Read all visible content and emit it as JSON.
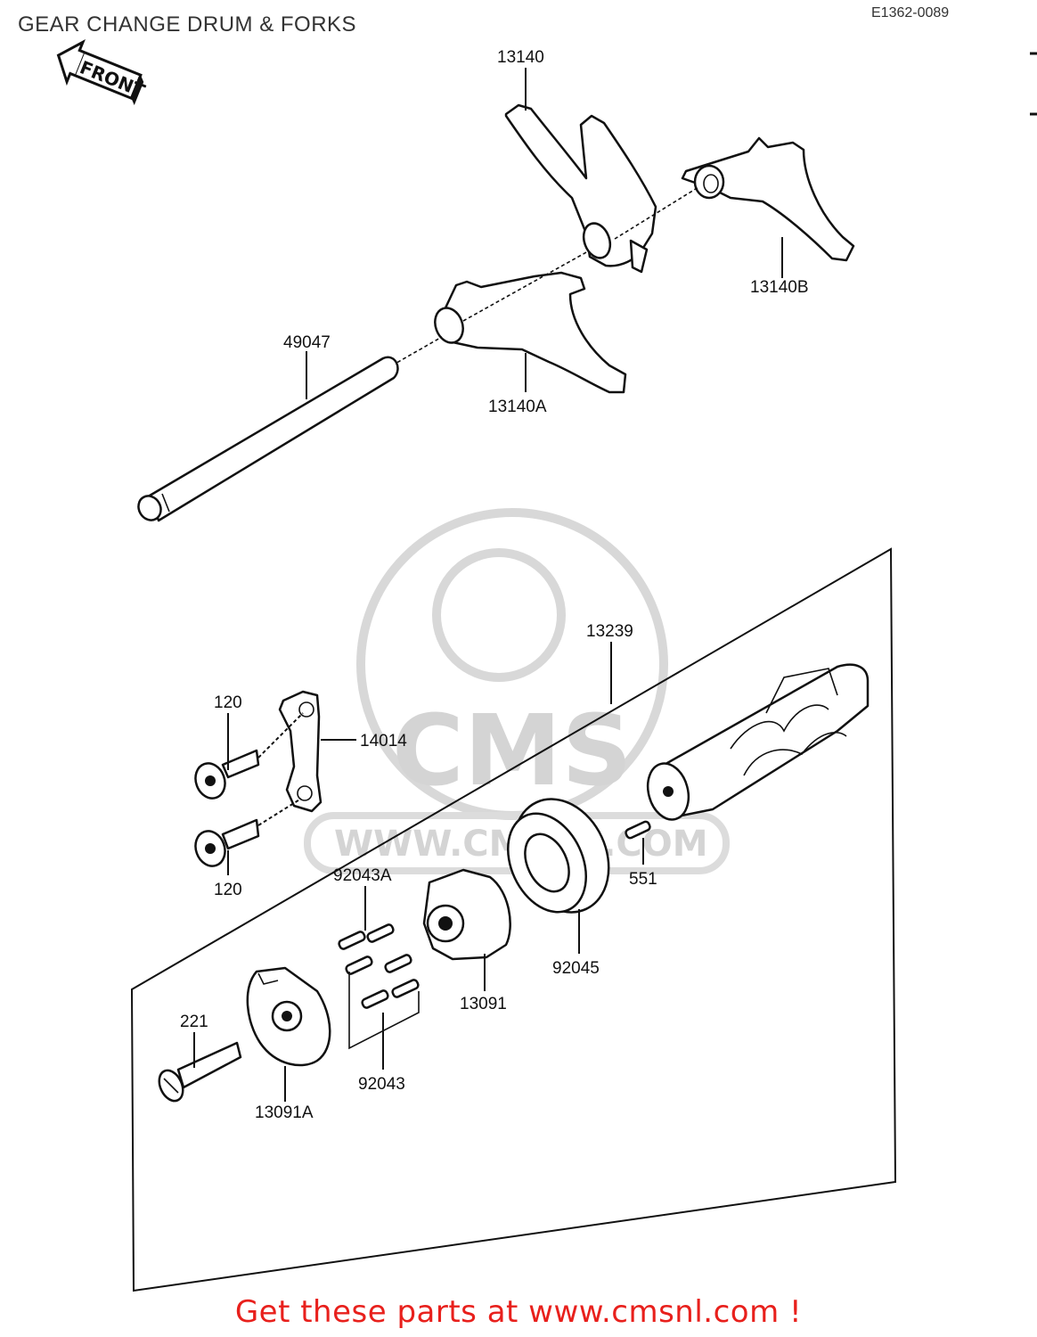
{
  "title": "GEAR CHANGE DRUM & FORKS",
  "diagram_code": "E1362-0089",
  "front_arrow_label": "FRONT",
  "watermark": {
    "brand": "CMS",
    "url": "WWW.CMSNL.COM"
  },
  "parts": [
    {
      "id": "p13140",
      "label": "13140"
    },
    {
      "id": "p13140B",
      "label": "13140B"
    },
    {
      "id": "p13140A",
      "label": "13140A"
    },
    {
      "id": "p49047",
      "label": "49047"
    },
    {
      "id": "p13239",
      "label": "13239"
    },
    {
      "id": "p14014",
      "label": "14014"
    },
    {
      "id": "p120a",
      "label": "120"
    },
    {
      "id": "p120b",
      "label": "120"
    },
    {
      "id": "p551",
      "label": "551"
    },
    {
      "id": "p92043A",
      "label": "92043A"
    },
    {
      "id": "p92045",
      "label": "92045"
    },
    {
      "id": "p13091",
      "label": "13091"
    },
    {
      "id": "p221",
      "label": "221"
    },
    {
      "id": "p92043",
      "label": "92043"
    },
    {
      "id": "p13091A",
      "label": "13091A"
    }
  ],
  "promo_text": "Get these parts at www.cmsnl.com !"
}
